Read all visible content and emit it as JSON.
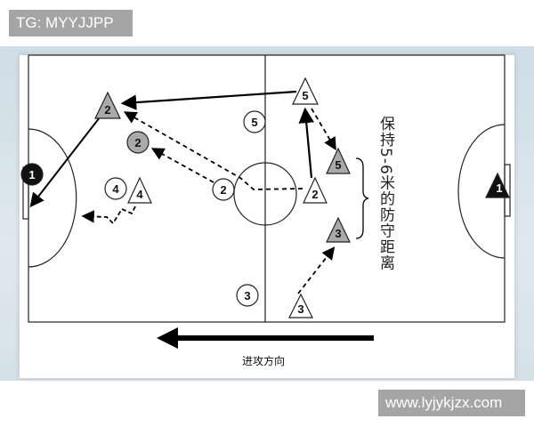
{
  "watermark_top": "TG: MYYJJPP",
  "watermark_bottom": "www.lyjykjzx.com",
  "diagram": {
    "annotation": "保持5-6米的防守距离",
    "direction_label": "进攻方向",
    "players": {
      "t2_gray": "2",
      "t5_top": "5",
      "c5": "5",
      "c2_gray": "2",
      "c1_black": "1",
      "c4": "4",
      "t4": "4",
      "c2_white": "2",
      "t2_white": "2",
      "t5_gray": "5",
      "t3_gray": "3",
      "c3": "3",
      "t3_white": "3",
      "t1_black": "1"
    }
  }
}
